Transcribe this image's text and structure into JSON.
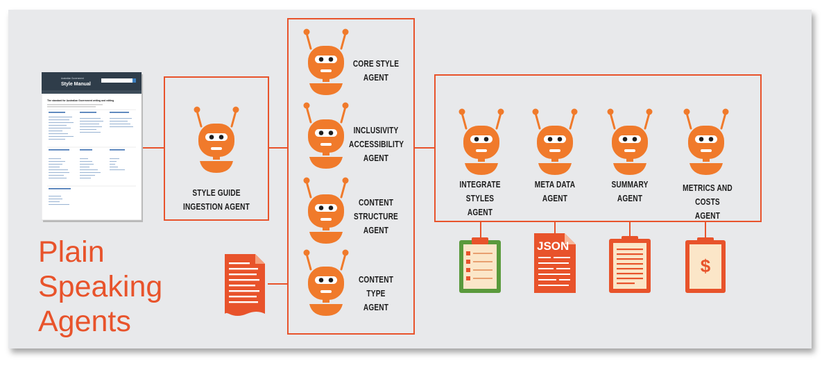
{
  "title": {
    "line1": "Plain",
    "line2": "Speaking",
    "line3": "Agents"
  },
  "style_guide": {
    "header_line1": "Australian Government",
    "header_line2": "Style Manual",
    "heading": "The standard for Australian Government writing and editing"
  },
  "agents": {
    "ingestion": [
      "STYLE GUIDE",
      "INGESTION AGENT"
    ],
    "core_style": [
      "CORE STYLE",
      "AGENT"
    ],
    "inclusivity": [
      "INCLUSIVITY",
      "ACCESSIBILITY",
      "AGENT"
    ],
    "content_structure": [
      "CONTENT",
      "STRUCTURE",
      "AGENT"
    ],
    "content_type": [
      "CONTENT TYPE",
      "AGENT"
    ],
    "integrate_styles": [
      "INTEGRATE STYLES",
      "AGENT"
    ],
    "meta_data": [
      "META DATA",
      "AGENT"
    ],
    "summary": [
      "SUMMARY",
      "AGENT"
    ],
    "metrics": [
      "METRICS AND COSTS",
      "AGENT"
    ]
  },
  "outputs": {
    "json_label": "JSON",
    "dollar_label": "$"
  },
  "colors": {
    "accent": "#e8532b",
    "robot": "#f07a2b",
    "panel": "#e8e9eb",
    "green": "#5a9a3c",
    "cream": "#fbe6c8"
  },
  "icons": [
    "robot-icon",
    "document-icon",
    "checklist-clipboard-icon",
    "json-file-icon",
    "report-clipboard-icon",
    "invoice-clipboard-icon"
  ]
}
